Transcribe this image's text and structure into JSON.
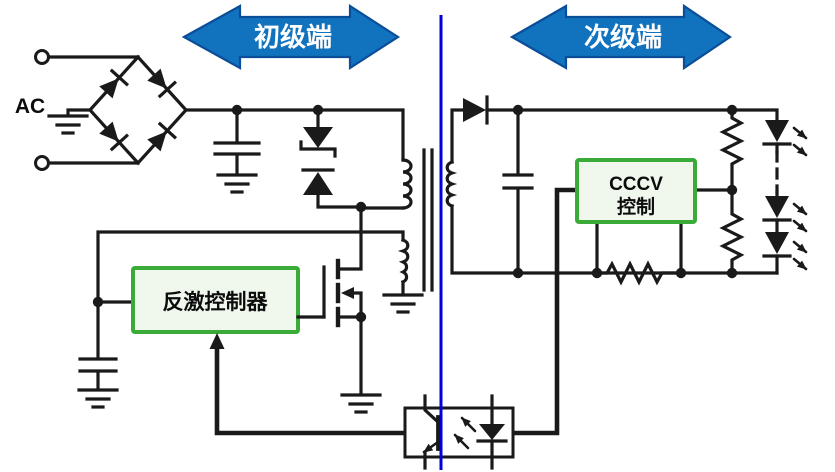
{
  "diagram": {
    "type": "flyback-led-driver-schematic",
    "labels": {
      "ac": "AC",
      "primary_arrow": "初级端",
      "secondary_arrow": "次级端",
      "flyback_controller": "反激控制器",
      "cccv_line1": "CCCV",
      "cccv_line2": "控制"
    },
    "colors": {
      "background": "#ffffff",
      "wire": "#1a1a1a",
      "arrow_fill": "#1173be",
      "arrow_border": "#0a4d99",
      "arrow_text": "#ffffff",
      "isolation_line": "#0000d9",
      "box_border": "#3aab39",
      "box_fill": "#f0f8ee"
    },
    "components": [
      "ac-input",
      "bridge-rectifier",
      "ground",
      "input-bulk-capacitor",
      "primary-clamp-tvs-diode",
      "flyback-transformer",
      "auxiliary-winding",
      "flyback-controller",
      "power-mosfet",
      "vcc-capacitor",
      "optocoupler-feedback",
      "isolation-barrier",
      "output-rectifier-diode",
      "output-capacitor",
      "cccv-control",
      "current-sense-resistor",
      "voltage-divider-resistors",
      "led-string"
    ]
  }
}
